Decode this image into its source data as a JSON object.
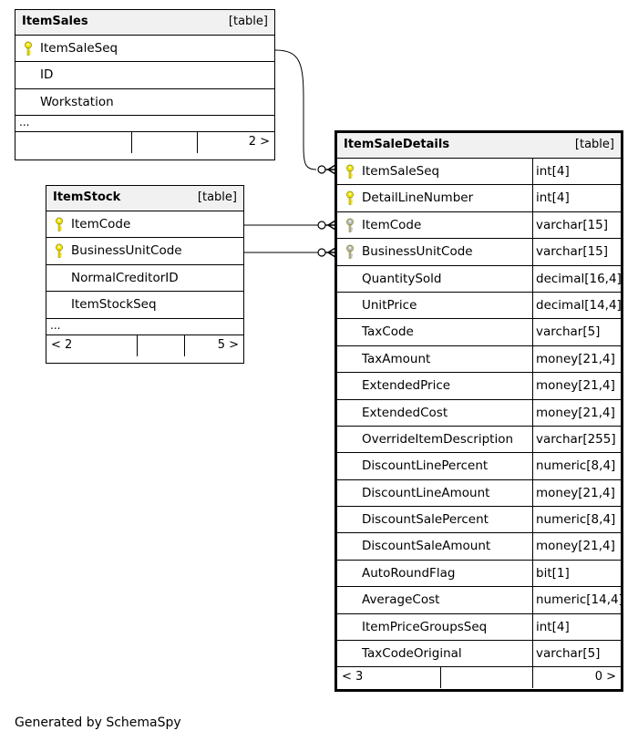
{
  "tables": {
    "item_sales": {
      "name": "ItemSales",
      "type_tag": "[table]",
      "columns": [
        {
          "name": "ItemSaleSeq",
          "key": "pk"
        },
        {
          "name": "ID",
          "key": ""
        },
        {
          "name": "Workstation",
          "key": ""
        }
      ],
      "ellipsis": "...",
      "footer": {
        "left": "",
        "right": "2 >"
      }
    },
    "item_stock": {
      "name": "ItemStock",
      "type_tag": "[table]",
      "columns": [
        {
          "name": "ItemCode",
          "key": "pk"
        },
        {
          "name": "BusinessUnitCode",
          "key": "pk"
        },
        {
          "name": "NormalCreditorID",
          "key": ""
        },
        {
          "name": "ItemStockSeq",
          "key": ""
        }
      ],
      "ellipsis": "...",
      "footer": {
        "left": "< 2",
        "right": "5 >"
      }
    },
    "item_sale_details": {
      "name": "ItemSaleDetails",
      "type_tag": "[table]",
      "columns": [
        {
          "name": "ItemSaleSeq",
          "type": "int[4]",
          "key": "pk"
        },
        {
          "name": "DetailLineNumber",
          "type": "int[4]",
          "key": "pk"
        },
        {
          "name": "ItemCode",
          "type": "varchar[15]",
          "key": "fk"
        },
        {
          "name": "BusinessUnitCode",
          "type": "varchar[15]",
          "key": "fk"
        },
        {
          "name": "QuantitySold",
          "type": "decimal[16,4]",
          "key": ""
        },
        {
          "name": "UnitPrice",
          "type": "decimal[14,4]",
          "key": ""
        },
        {
          "name": "TaxCode",
          "type": "varchar[5]",
          "key": ""
        },
        {
          "name": "TaxAmount",
          "type": "money[21,4]",
          "key": ""
        },
        {
          "name": "ExtendedPrice",
          "type": "money[21,4]",
          "key": ""
        },
        {
          "name": "ExtendedCost",
          "type": "money[21,4]",
          "key": ""
        },
        {
          "name": "OverrideItemDescription",
          "type": "varchar[255]",
          "key": ""
        },
        {
          "name": "DiscountLinePercent",
          "type": "numeric[8,4]",
          "key": ""
        },
        {
          "name": "DiscountLineAmount",
          "type": "money[21,4]",
          "key": ""
        },
        {
          "name": "DiscountSalePercent",
          "type": "numeric[8,4]",
          "key": ""
        },
        {
          "name": "DiscountSaleAmount",
          "type": "money[21,4]",
          "key": ""
        },
        {
          "name": "AutoRoundFlag",
          "type": "bit[1]",
          "key": ""
        },
        {
          "name": "AverageCost",
          "type": "numeric[14,4]",
          "key": ""
        },
        {
          "name": "ItemPriceGroupsSeq",
          "type": "int[4]",
          "key": ""
        },
        {
          "name": "TaxCodeOriginal",
          "type": "varchar[5]",
          "key": ""
        }
      ],
      "footer": {
        "left": "< 3",
        "right": "0 >"
      }
    }
  },
  "relationships": [
    {
      "from": "ItemSales.ItemSaleSeq",
      "to": "ItemSaleDetails.ItemSaleSeq"
    },
    {
      "from": "ItemStock.ItemCode",
      "to": "ItemSaleDetails.ItemCode"
    },
    {
      "from": "ItemStock.BusinessUnitCode",
      "to": "ItemSaleDetails.BusinessUnitCode"
    }
  ],
  "colors": {
    "primary_key": "#f2e200",
    "foreign_key": "#b8b8b8",
    "header_bg": "#f1f1f1"
  },
  "generated_by": "Generated by SchemaSpy"
}
